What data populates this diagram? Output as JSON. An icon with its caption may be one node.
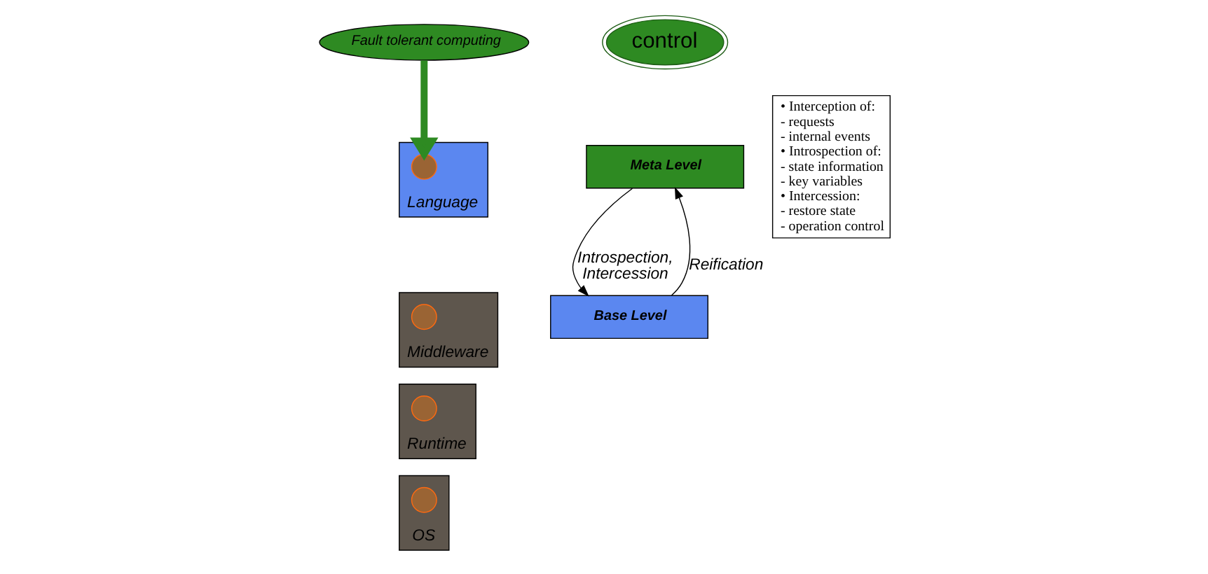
{
  "diagram": {
    "nodes": [
      {
        "text": [
          "Fault tolerant computing"
        ]
      },
      {
        "text": [
          "control"
        ]
      },
      {
        "text": [
          "Meta Level"
        ]
      },
      {
        "text": [
          "Base Level"
        ]
      },
      {
        "text": [
          "• Interception of:",
          "- requests",
          "- internal events",
          "• Introspection of:",
          "- state information",
          "- key variables",
          "• Intercession:",
          "- restore state",
          "- operation control"
        ]
      },
      {
        "text": [
          "Language"
        ]
      },
      {
        "text": [],
        "shape": "circle",
        "in": 5
      },
      {
        "text": [
          "Middleware"
        ]
      },
      {
        "text": [],
        "shape": "circle",
        "in": 7
      },
      {
        "text": [
          "Runtime"
        ]
      },
      {
        "text": [],
        "shape": "circle",
        "in": 9
      },
      {
        "text": [
          "OS"
        ]
      },
      {
        "text": [],
        "shape": "circle",
        "in": 11
      }
    ],
    "edges": [
      {
        "from": 3,
        "to": 2,
        "arrow": "to",
        "label": "Reification"
      },
      {
        "from": 2,
        "to": 3,
        "arrow": "to",
        "label": "Introspection, Intercession"
      },
      {
        "from": 0,
        "to": 6,
        "arrow": "to",
        "style": "thick",
        "color": "#2e8a22"
      }
    ]
  }
}
